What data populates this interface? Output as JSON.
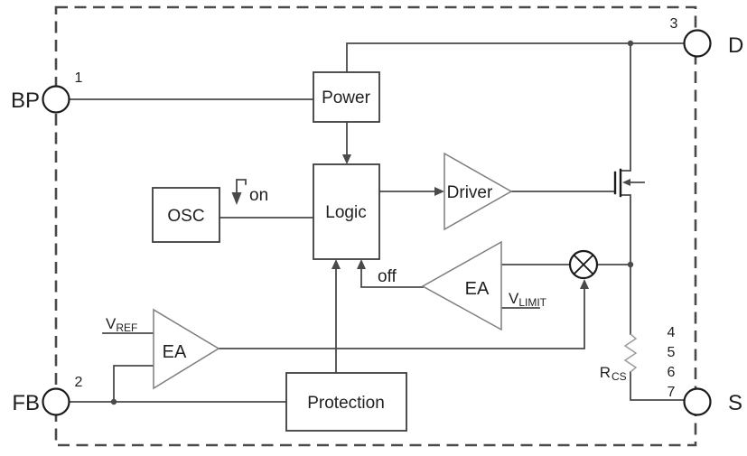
{
  "diagram": {
    "type": "ic-block-diagram",
    "pins": {
      "bp": {
        "label": "BP",
        "number": "1"
      },
      "fb": {
        "label": "FB",
        "number": "2"
      },
      "d": {
        "label": "D",
        "number": "3"
      },
      "s": {
        "label": "S",
        "numbers": [
          "4",
          "5",
          "6",
          "7"
        ]
      }
    },
    "blocks": {
      "power": "Power",
      "logic": "Logic",
      "osc": "OSC",
      "driver": "Driver",
      "protection": "Protection",
      "ea_feedback": "EA",
      "ea_current_limit": "EA"
    },
    "signals": {
      "on": "on",
      "off": "off"
    },
    "refs": {
      "vref": {
        "base": "V",
        "sub": "REF"
      },
      "vlimit": {
        "base": "V",
        "sub": "LIMIT"
      },
      "rcs": {
        "base": "R",
        "sub": "CS"
      }
    },
    "colors": {
      "line": "#4a4a4a",
      "box": "#3d3d3d",
      "triangle": "#7e7e7e",
      "pin": "#1b1b1b",
      "resistor": "#9c9c9c",
      "text": "#1f1f1f",
      "background": "#ffffff"
    }
  }
}
